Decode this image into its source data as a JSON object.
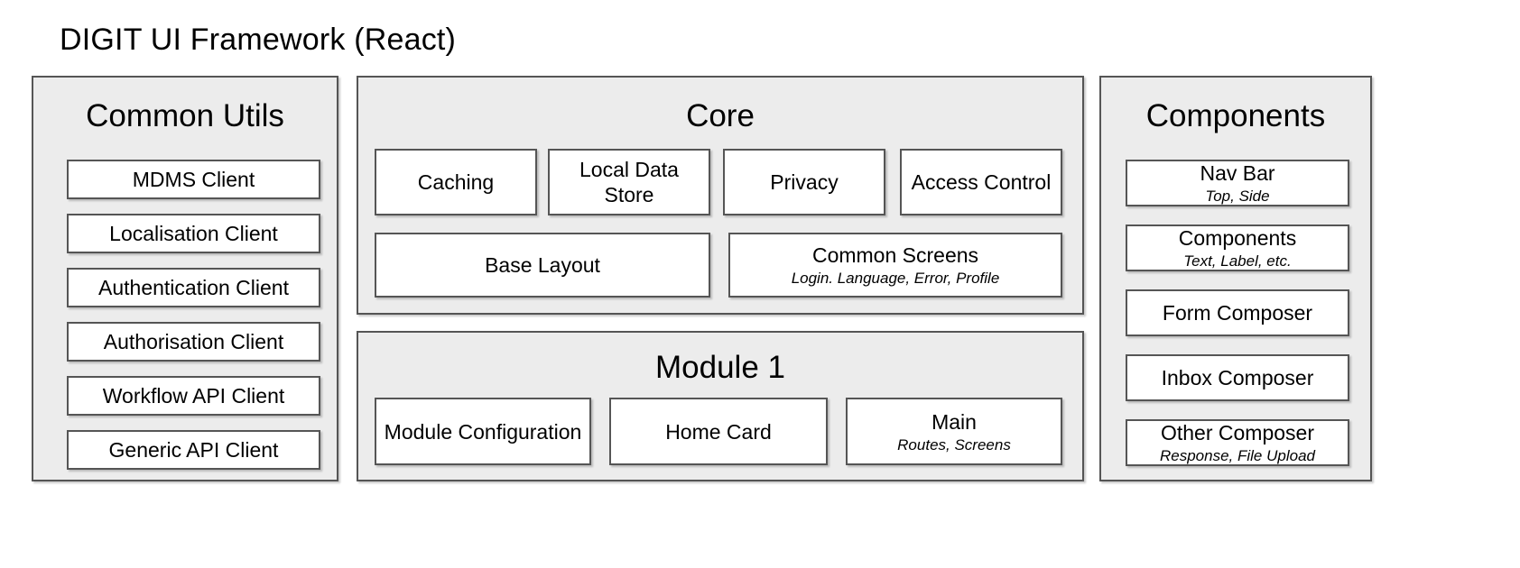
{
  "diagram": {
    "title": "DIGIT UI Framework (React)",
    "colors": {
      "panel_fill": "#ECECEC",
      "panel_border": "#555555",
      "box_fill": "#FFFFFF",
      "box_border": "#555555",
      "text": "#000000",
      "background": "#FFFFFF"
    }
  },
  "panels": {
    "common_utils": {
      "title": "Common Utils",
      "items": [
        {
          "label": "MDMS Client"
        },
        {
          "label": "Localisation Client"
        },
        {
          "label": "Authentication Client"
        },
        {
          "label": "Authorisation Client"
        },
        {
          "label": "Workflow API Client"
        },
        {
          "label": "Generic API Client"
        }
      ]
    },
    "core": {
      "title": "Core",
      "row1": [
        {
          "label": "Caching"
        },
        {
          "label": "Local Data Store"
        },
        {
          "label": "Privacy"
        },
        {
          "label": "Access Control"
        }
      ],
      "row2": [
        {
          "label": "Base Layout",
          "sub": ""
        },
        {
          "label": "Common Screens",
          "sub": "Login. Language, Error, Profile"
        }
      ]
    },
    "module1": {
      "title": "Module 1",
      "items": [
        {
          "label": "Module Configuration",
          "sub": ""
        },
        {
          "label": "Home Card",
          "sub": ""
        },
        {
          "label": "Main",
          "sub": "Routes, Screens"
        }
      ]
    },
    "components": {
      "title": "Components",
      "items": [
        {
          "label": "Nav Bar",
          "sub": "Top, Side"
        },
        {
          "label": "Components",
          "sub": "Text, Label, etc."
        },
        {
          "label": "Form Composer",
          "sub": ""
        },
        {
          "label": "Inbox Composer",
          "sub": ""
        },
        {
          "label": "Other Composer",
          "sub": "Response, File Upload"
        }
      ]
    }
  }
}
